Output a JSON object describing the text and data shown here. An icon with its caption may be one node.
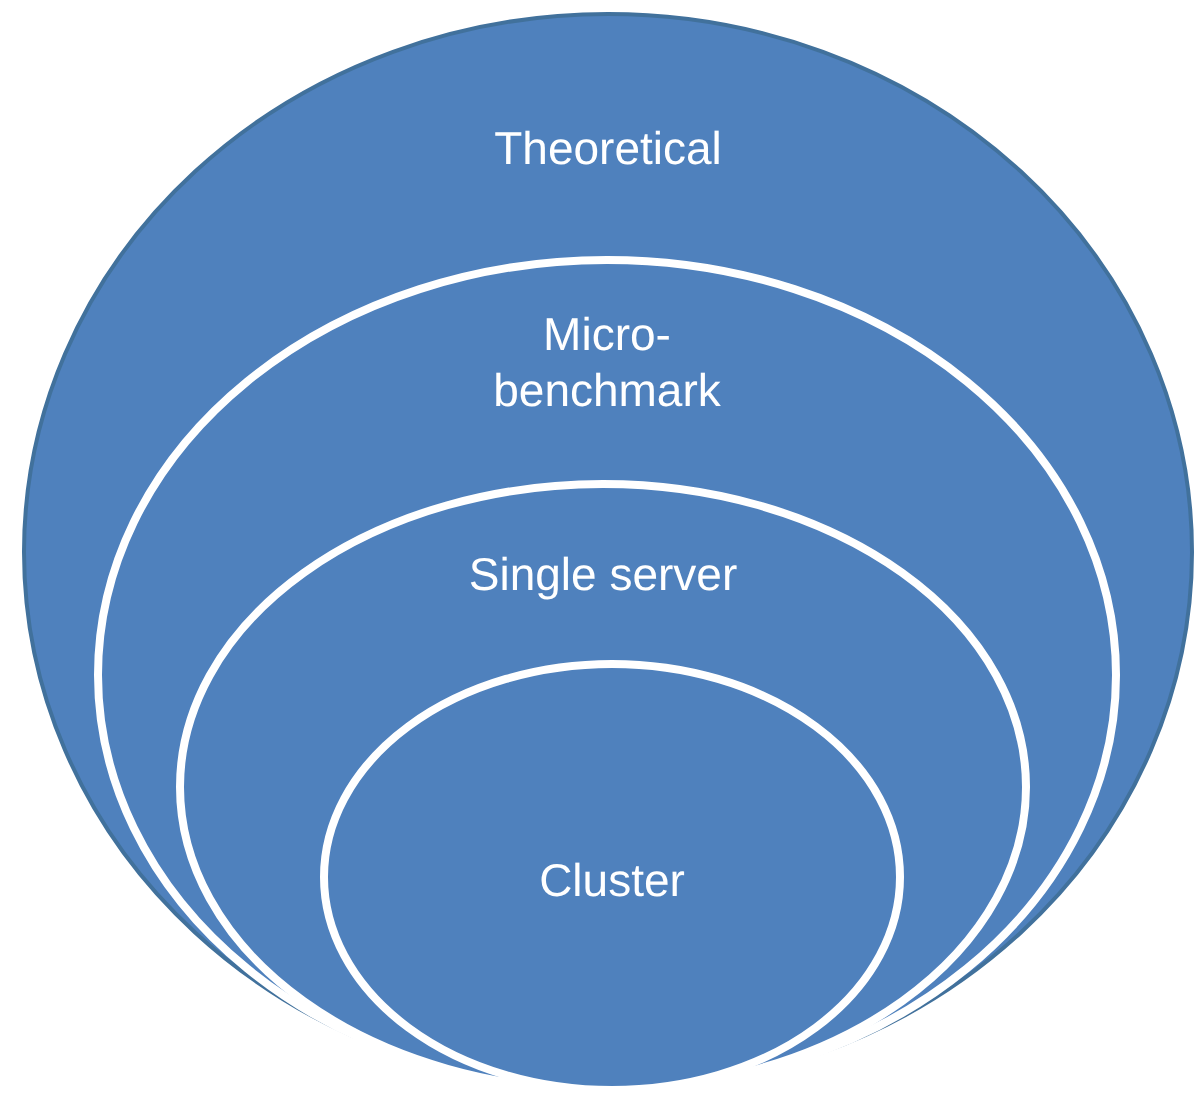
{
  "diagram": {
    "nodes": [
      {
        "text": [
          "Theoretical"
        ]
      },
      {
        "text": [
          "Micro-benchmark"
        ],
        "in": 0
      },
      {
        "text": [
          "Single server"
        ],
        "in": 1
      },
      {
        "text": [
          "Cluster"
        ],
        "in": 2
      }
    ]
  }
}
